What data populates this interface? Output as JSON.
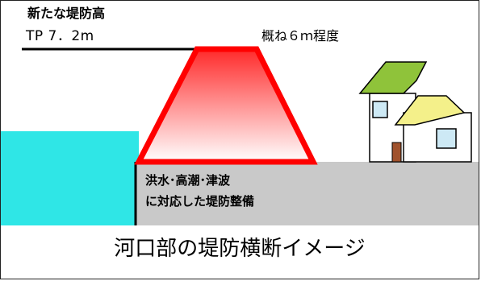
{
  "labels": {
    "new_height_title": "新たな堤防高",
    "new_height_value": "TP 7．2m",
    "height_approx": "概ね６ｍ程度",
    "purpose_line1": "洪水･高潮･津波",
    "purpose_line2": "に対応した堤防整備"
  },
  "caption": "河口部の堤防横断イメージ",
  "colors": {
    "water": "#2fe6e6",
    "ground": "#c9c9c9",
    "levee_outline": "#ff0000",
    "levee_fill_top": "#ff2a2a",
    "levee_fill_bottom": "#ffffff",
    "house_roof_green": "#8fc33a",
    "house_roof_yellow": "#f4f08a",
    "house_door": "#a0522d",
    "house_window": "#cde9f5"
  },
  "icons": {
    "house": "house-icon",
    "levee": "levee-trapezoid"
  }
}
